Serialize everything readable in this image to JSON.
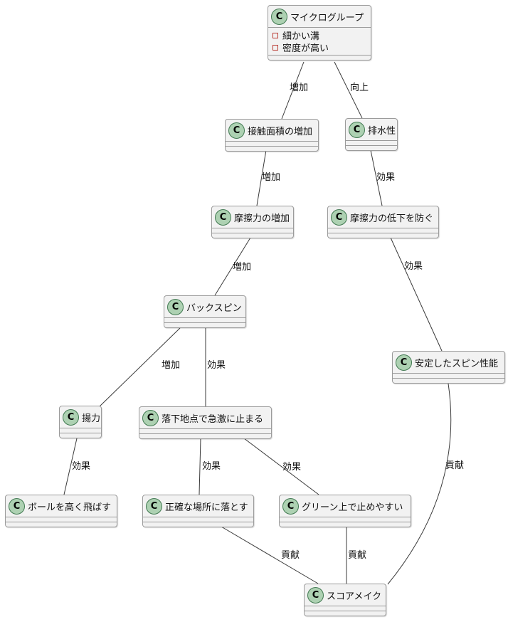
{
  "diagram": {
    "type": "uml-class-diagram",
    "spot_letter": "C",
    "colors": {
      "node_fill": "#f2f2f2",
      "node_border": "#9b9b9b",
      "spot_fill": "#ADD1B2",
      "spot_border": "#427a52",
      "field_icon": "#b93a32",
      "edge_line": "#3a3a3a",
      "background": "#ffffff"
    },
    "nodes": [
      {
        "id": "microgroove",
        "label": "マイクログループ",
        "attributes": [
          "細かい溝",
          "密度が高い"
        ]
      },
      {
        "id": "contact-area",
        "label": "接触面積の増加"
      },
      {
        "id": "drainage",
        "label": "排水性"
      },
      {
        "id": "friction-increase",
        "label": "摩擦力の増加"
      },
      {
        "id": "friction-keep",
        "label": "摩擦力の低下を防ぐ"
      },
      {
        "id": "backspin",
        "label": "バックスピン"
      },
      {
        "id": "stable-spin",
        "label": "安定したスピン性能"
      },
      {
        "id": "lift",
        "label": "揚力"
      },
      {
        "id": "quick-stop",
        "label": "落下地点で急激に止まる"
      },
      {
        "id": "high-ball",
        "label": "ボールを高く飛ばす"
      },
      {
        "id": "accurate-drop",
        "label": "正確な場所に落とす"
      },
      {
        "id": "green-stop",
        "label": "グリーン上で止めやすい"
      },
      {
        "id": "score-make",
        "label": "スコアメイク"
      }
    ],
    "edges": [
      {
        "from": "microgroove",
        "to": "contact-area",
        "label": "増加"
      },
      {
        "from": "microgroove",
        "to": "drainage",
        "label": "向上"
      },
      {
        "from": "contact-area",
        "to": "friction-increase",
        "label": "増加"
      },
      {
        "from": "drainage",
        "to": "friction-keep",
        "label": "効果"
      },
      {
        "from": "friction-increase",
        "to": "backspin",
        "label": "増加"
      },
      {
        "from": "friction-keep",
        "to": "stable-spin",
        "label": "効果"
      },
      {
        "from": "backspin",
        "to": "lift",
        "label": "増加"
      },
      {
        "from": "backspin",
        "to": "quick-stop",
        "label": "効果"
      },
      {
        "from": "lift",
        "to": "high-ball",
        "label": "効果"
      },
      {
        "from": "quick-stop",
        "to": "accurate-drop",
        "label": "効果"
      },
      {
        "from": "quick-stop",
        "to": "green-stop",
        "label": "効果"
      },
      {
        "from": "accurate-drop",
        "to": "score-make",
        "label": "貢献"
      },
      {
        "from": "green-stop",
        "to": "score-make",
        "label": "貢献"
      },
      {
        "from": "stable-spin",
        "to": "score-make",
        "label": "貢献"
      }
    ]
  }
}
